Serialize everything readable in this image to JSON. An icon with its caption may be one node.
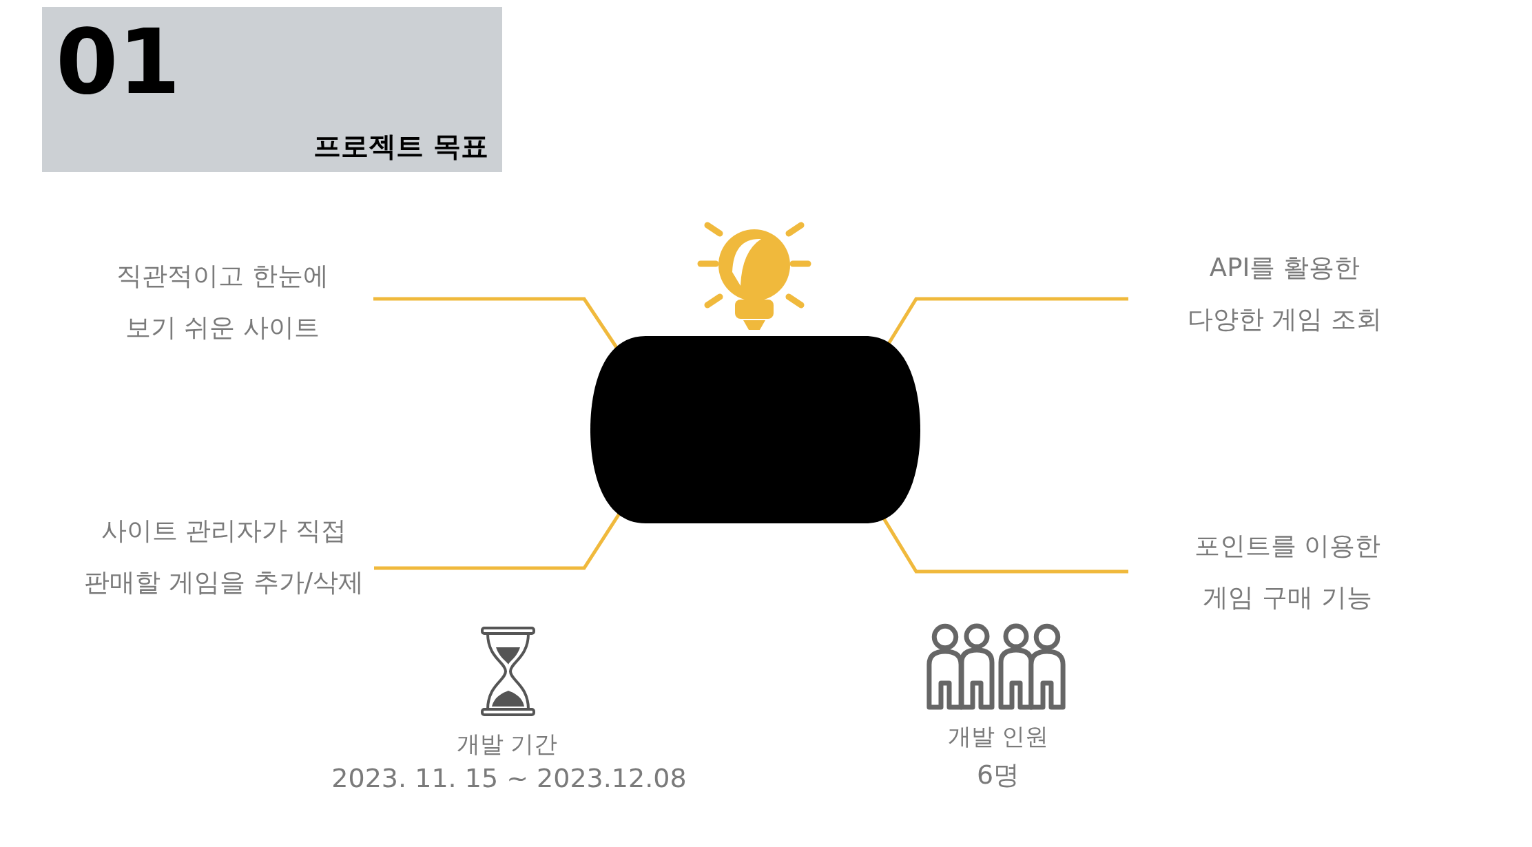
{
  "diagram": {
    "nodes": [
      {
        "text": [
          "01",
          "프로젝트 목표"
        ]
      },
      {
        "text": [
          "직관적이고 한눈에 보기 쉬운 사이트"
        ]
      },
      {
        "text": [
          "API를 활용한 다양한 게임 조회"
        ]
      },
      {
        "text": [],
        "shape": "box"
      },
      {
        "text": [
          "사이트 관리자가 직접 판매할 게임을 추가/삭제"
        ]
      },
      {
        "text": [
          "포인트를 이용한 게임 구매 기능"
        ]
      }
    ],
    "edges": [
      {
        "from": 1,
        "to": 3,
        "arrow": "none"
      },
      {
        "from": 2,
        "to": 3,
        "arrow": "none"
      },
      {
        "from": 4,
        "to": 3,
        "arrow": "none"
      },
      {
        "from": 5,
        "to": 3,
        "arrow": "none"
      }
    ],
    "labels": [
      "개발 기간",
      "2023. 11. 15 ~ 2023.12.08",
      "개발 인원",
      "6명"
    ]
  }
}
